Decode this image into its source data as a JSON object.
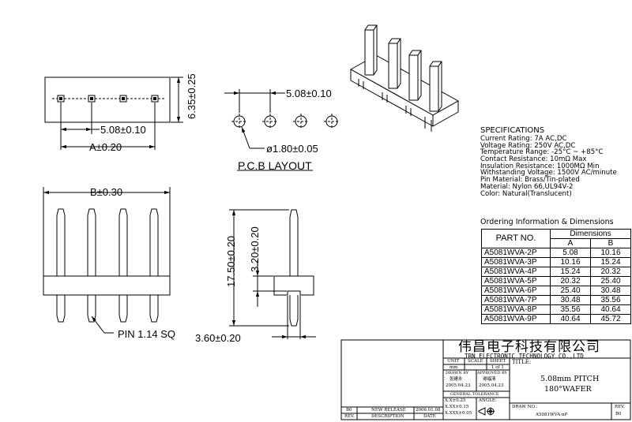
{
  "top_view": {
    "dim_pitch": "5.08±0.10",
    "dim_a": "A±0.20",
    "dim_height": "6.35±0.25"
  },
  "pcb": {
    "dim_pitch": "5.08±0.10",
    "dim_hole": "ø1.80±0.05",
    "title": "P.C.B  LAYOUT"
  },
  "front_view": {
    "dim_b": "B±0.30",
    "pin_label": "PIN  1.14  SQ"
  },
  "side_view": {
    "dim_total": "17.50±0.20",
    "dim_top": "3.20±0.20",
    "dim_bottom": "3.60±0.20"
  },
  "specs": {
    "title": "SPECIFICATIONS",
    "lines": [
      "Current  Rating:  7A  AC,DC",
      "Voltage  Rating:  250V  AC,DC",
      "Temperature  Range:  -25°C  ~  +85°C",
      "Contact  Resistance:  10mΩ  Max",
      "Insulation  Resistance:  1000MΩ  Min",
      "Withstanding  Voltage:  1500V  AC/minute",
      "Pin  Material:  Brass/Tin-plated",
      "Material:  Nylon  66,UL94V-2",
      "Color:  Natural(Translucent)"
    ]
  },
  "ordering": {
    "title": "Ordering  Information  &  Dimensions",
    "h_part": "PART  NO.",
    "h_dims": "Dimensions",
    "h_a": "A",
    "h_b": "B",
    "rows": [
      {
        "part": "A5081WVA-2P",
        "a": "5.08",
        "b": "10.16"
      },
      {
        "part": "A5081WVA-3P",
        "a": "10.16",
        "b": "15.24"
      },
      {
        "part": "A5081WVA-4P",
        "a": "15.24",
        "b": "20.32"
      },
      {
        "part": "A5081WVA-5P",
        "a": "20.32",
        "b": "25.40"
      },
      {
        "part": "A5081WVA-6P",
        "a": "25.40",
        "b": "30.48"
      },
      {
        "part": "A5081WVA-7P",
        "a": "30.48",
        "b": "35.56"
      },
      {
        "part": "A5081WVA-8P",
        "a": "35.56",
        "b": "40.64"
      },
      {
        "part": "A5081WVA-9P",
        "a": "40.64",
        "b": "45.72"
      }
    ]
  },
  "title_block": {
    "company_cn": "伟昌电子科技有限公司",
    "company_en": "TRN  ELECTRONIC  TECHNOLOGY  CO.,LTD",
    "unit": "UNIT",
    "unit_val": "mm",
    "scale": "SCALE",
    "sheet": "SHEET",
    "sheet_val": "1 of 1",
    "title_label": "TITLE:",
    "title_1": "5.08mm  PITCH",
    "title_2": "180°WAFER",
    "drawn_by": "DRAWN BY",
    "drawn_name": "张建永",
    "drawn_date": "2005.04.23",
    "approved_by": "APPROVED BY",
    "approved_name": "谢福清",
    "approved_date": "2005.04.23",
    "gen_tol": "GENERAL  TOLERANCE",
    "tol_1": "X.X±0.25",
    "tol_2": "X.XX±0.15",
    "tol_3": "X.XXX±0.05",
    "angle": "ANGLE:",
    "draw_no": "DRAW NO.:",
    "draw_no_val": "A5081WVA-nP",
    "rev": "REV.",
    "rev_val": "B0",
    "rev_row_rev": "B0",
    "rev_row_desc": "NEW  RELEASE",
    "rev_row_date": "2006.01.08",
    "h_rev": "REV.",
    "h_desc": "DESCRIPTION",
    "h_date": "DATE"
  }
}
